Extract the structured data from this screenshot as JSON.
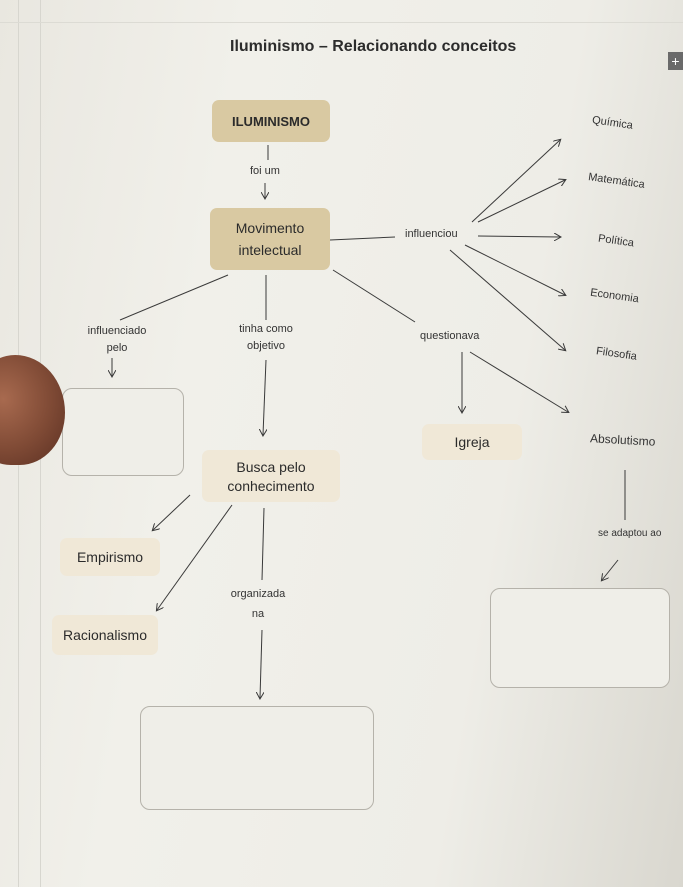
{
  "title": "Iluminismo – Relacionando conceitos",
  "nodes": {
    "iluminismo": "ILUMINISMO",
    "movimento_line1": "Movimento",
    "movimento_line2": "intelectual",
    "busca_line1": "Busca pelo",
    "busca_line2": "conhecimento",
    "empirismo": "Empirismo",
    "racionalismo": "Racionalismo",
    "igreja": "Igreja",
    "absolutismo": "Absolutismo",
    "quimica": "Química",
    "matematica": "Matemática",
    "politica": "Política",
    "economia": "Economia",
    "filosofia": "Filosofia"
  },
  "links": {
    "foi_um": "foi um",
    "influenciou": "influenciou",
    "influenciado_line1": "influenciado",
    "influenciado_line2": "pelo",
    "tinha_line1": "tinha como",
    "tinha_line2": "objetivo",
    "questionava": "questionava",
    "organizada_line1": "organizada",
    "organizada_line2": "na",
    "se_adaptou": "se adaptou ao"
  },
  "icons": {
    "plus": "plus-icon"
  },
  "colors": {
    "dark_box": "#d9c9a2",
    "light_box": "#f0e8d7",
    "line": "#3a3a3a"
  }
}
